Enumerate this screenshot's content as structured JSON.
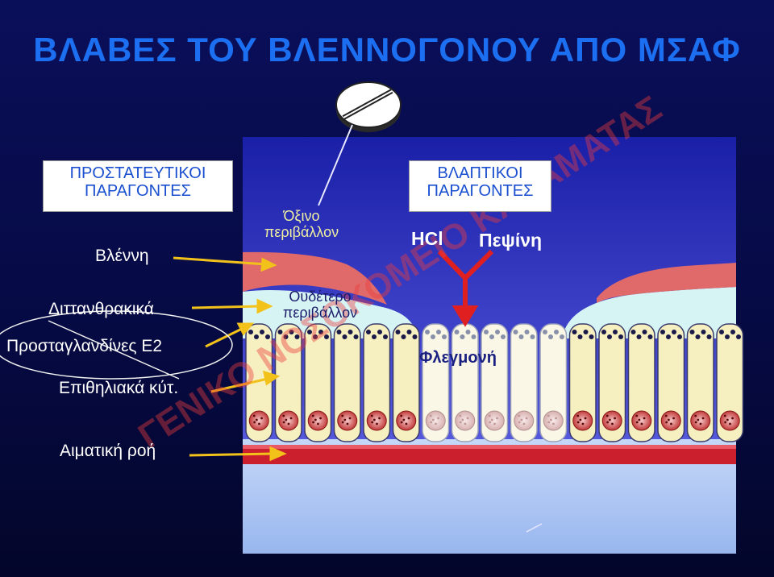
{
  "title": "ΒΛΑΒΕΣ ΤΟΥ ΒΛΕΝΝΟΓΟΝΟΥ ΑΠΟ ΜΣΑΦ",
  "protective": {
    "heading_line1": "ΠΡΟΣΤΑΤΕΥΤΙΚΟΙ",
    "heading_line2": "ΠΑΡΑΓΟΝΤΕΣ",
    "items": [
      "Βλέννη",
      "Διττανθρακικά",
      "Προσταγλανδίνες E2",
      "Επιθηλιακά κύτ.",
      "Αιματική ροή"
    ]
  },
  "harmful": {
    "heading_line1": "ΒΛΑΠΤΙΚΟΙ",
    "heading_line2": "ΠΑΡΑΓΟΝΤΕΣ",
    "hcl": "HCl",
    "pepsin": "Πεψίνη"
  },
  "diagram": {
    "acid_line1": "Όξινο",
    "acid_line2": "περιβάλλον",
    "neutral_line1": "Ουδέτερο",
    "neutral_line2": "περιβάλλον",
    "inflammation": "Φλεγμονή"
  },
  "watermark": "ΓΕΝΙΚΟ ΝΟΣΟΚΟΜΕΙΟ ΚΑΛΑΜΑΤΑΣ",
  "colors": {
    "title": "#1c6ff0",
    "arrow": "#f2c21a",
    "mucus": "#e06a6a",
    "bicarbonate": "#d6f4f4",
    "blood_vessel": "#cc1f2e",
    "cells": "#f6efc0"
  }
}
